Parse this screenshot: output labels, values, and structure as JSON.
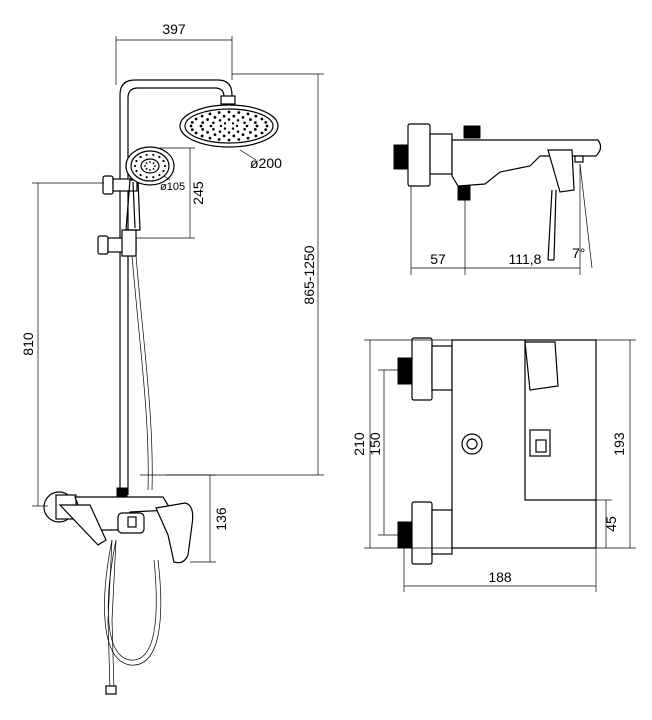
{
  "dimensions": {
    "left_view": {
      "top_width": "397",
      "rain_head_diameter": "ø200",
      "hand_shower_diameter": "ø105",
      "hand_shower_drop": "245",
      "column_height": "865-1250",
      "spout_height": "810",
      "mixer_height": "136"
    },
    "side_view": {
      "inlet_offset": "57",
      "spout_reach": "111,8",
      "spout_angle": "7°"
    },
    "top_view": {
      "overall_depth": "210",
      "inlet_spacing": "150",
      "body_depth": "193",
      "outlet_offset": "45",
      "overall_width": "188"
    }
  }
}
